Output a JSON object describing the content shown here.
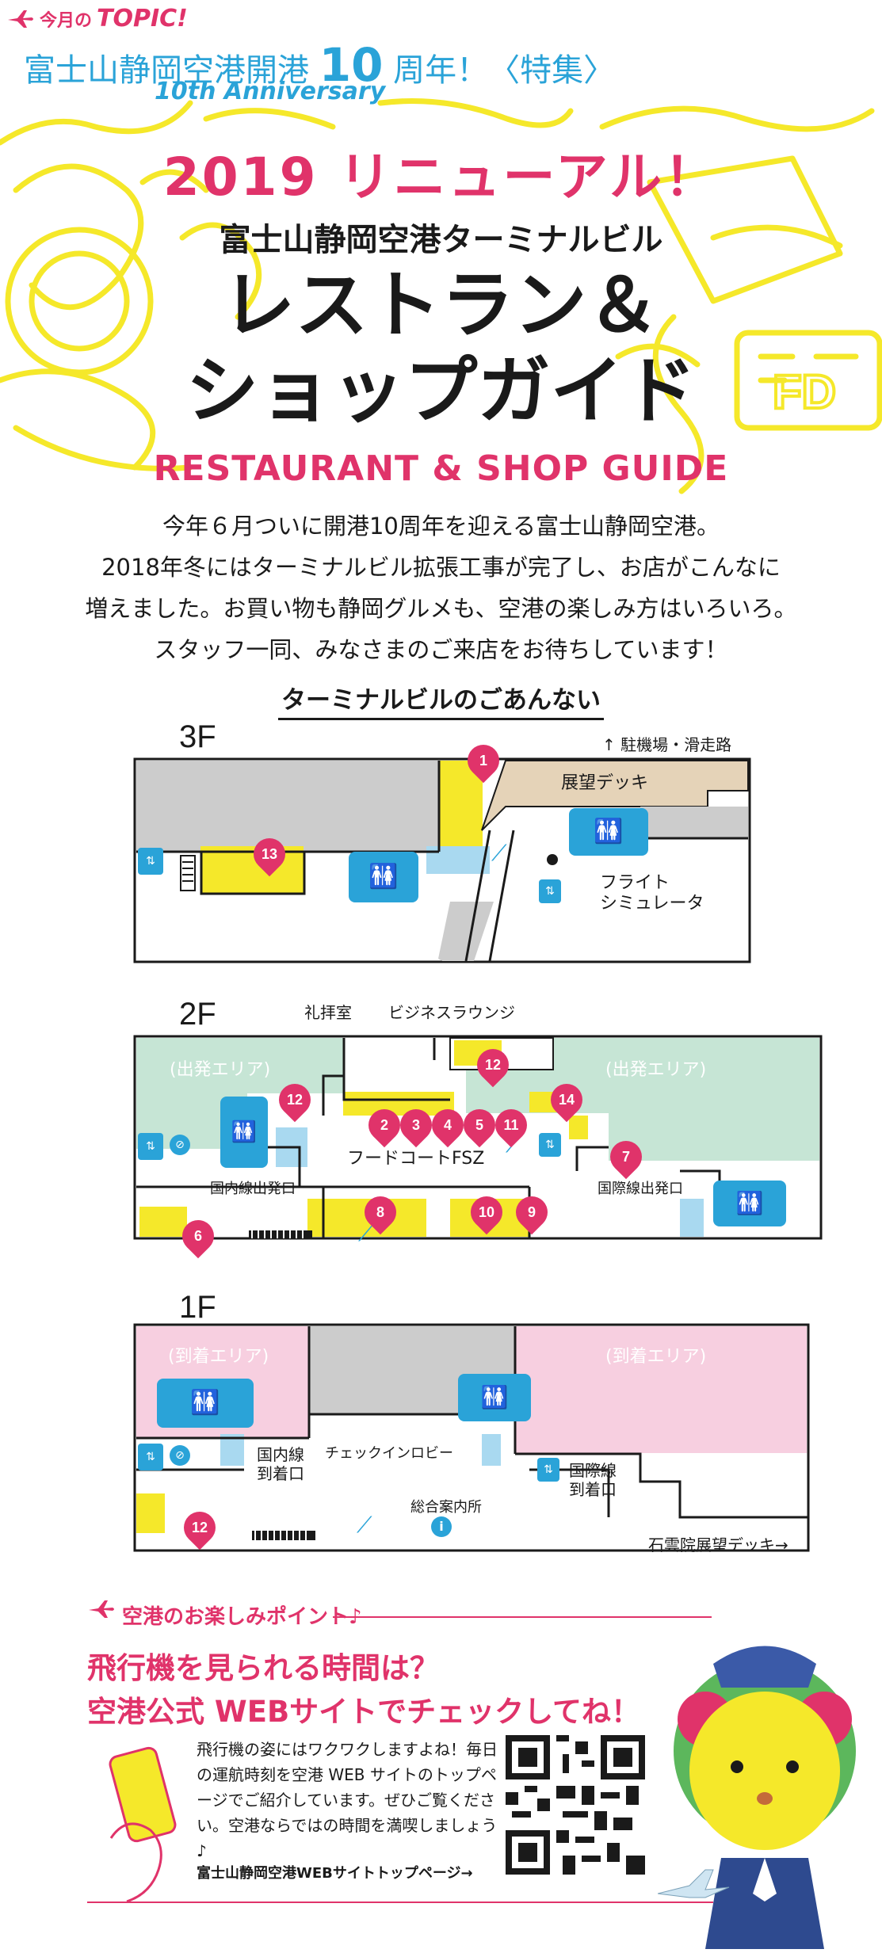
{
  "header": {
    "topic_prefix": "今月の",
    "topic_word": "TOPIC!",
    "title_a": "富士山静岡空港開港",
    "title_num": "10",
    "title_b": "周年！〈特集〉",
    "anniversary": "10th Anniversary"
  },
  "hero": {
    "renewal": "2019 リニューアル！",
    "terminal": "富士山静岡空港ターミナルビル",
    "title_line1": "レストラン＆",
    "title_line2": "ショップガイド",
    "english": "RESTAURANT & SHOP GUIDE",
    "intro": [
      "今年６月ついに開港10周年を迎える富士山静岡空港。",
      "2018年冬にはターミナルビル拡張工事が完了し、お店がこんなに",
      "増えました。お買い物も静岡グルメも、空港の楽しみ方はいろいろ。",
      "スタッフ一同、みなさまのご来店をお待ちしています！"
    ]
  },
  "guide": {
    "title": "ターミナルビルのごあんない",
    "floor3": {
      "label": "3F",
      "parking": "↑ 駐機場・滑走路",
      "deck": "展望デッキ",
      "simulator_1": "フライト",
      "simulator_2": "シミュレータ",
      "pins": [
        "1",
        "13"
      ]
    },
    "floor2": {
      "label": "2F",
      "prayer": "礼拝室",
      "lounge": "ビジネスラウンジ",
      "dep_area_left": "(出発エリア)",
      "dep_area_right": "(出発エリア)",
      "food_court": "フードコートFSZ",
      "dom_dep": "国内線出発口",
      "intl_dep": "国際線出発口",
      "pins": [
        "12",
        "12",
        "2",
        "3",
        "4",
        "5",
        "11",
        "14",
        "7",
        "6",
        "8",
        "10",
        "9"
      ]
    },
    "floor1": {
      "label": "1F",
      "arr_area_left": "(到着エリア)",
      "arr_area_right": "(到着エリア)",
      "dom_arr_1": "国内線",
      "dom_arr_2": "到着口",
      "checkin": "チェックインロビー",
      "intl_arr_1": "国際線",
      "intl_arr_2": "到着口",
      "info": "総合案内所",
      "sekiunin": "石雲院展望デッキ→",
      "pins": [
        "12"
      ]
    }
  },
  "fun": {
    "heading": "空港のお楽しみポイント♪",
    "headline1": "飛行機を見られる時間は？",
    "headline2": "空港公式 WEBサイトでチェックしてね！",
    "body": "飛行機の姿にはワクワクしますよね！毎日の運航時刻を空港 WEB サイトのトップページでご紹介しています。ぜひご覧ください。空港ならではの時間を満喫しましょう♪",
    "link": "富士山静岡空港WEBサイトトップページ→"
  },
  "colors": {
    "pink": "#e0336a",
    "cyan": "#2aa3d8",
    "yellow": "#f5e82a",
    "gray": "#cccccc",
    "tan": "#e5d3b8",
    "green": "#c6e5d5",
    "rose": "#f7cfe0",
    "lightblue": "#a9d9f0"
  }
}
